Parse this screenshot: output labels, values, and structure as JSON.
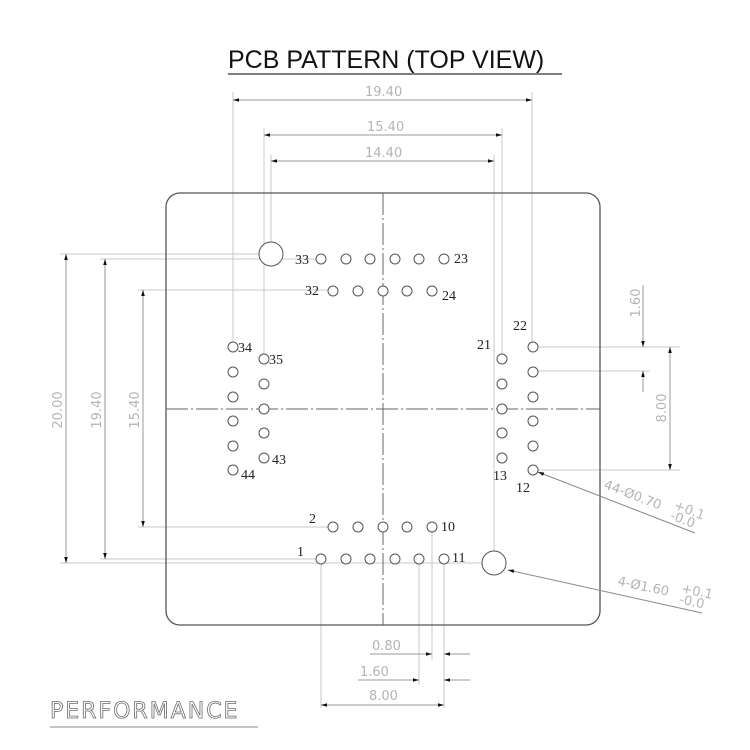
{
  "title": "PCB PATTERN  (TOP VIEW)",
  "brand": "PERFORMANCE",
  "dimensions": {
    "top_outer": "19.40",
    "top_middle": "15.40",
    "top_inner": "14.40",
    "left_outer": "20.00",
    "left_middle": "19.40",
    "left_inner": "15.40",
    "right_pitch": "1.60",
    "right_span": "8.00",
    "bottom_half_pitch": "0.80",
    "bottom_pitch": "1.60",
    "bottom_span": "8.00"
  },
  "callouts": {
    "small_holes": {
      "prefix": "44-Ø0.70",
      "tol_upper": "+0.1",
      "tol_lower": "-0.0"
    },
    "large_holes": {
      "prefix": "4-Ø1.60",
      "tol_upper": "+0.1",
      "tol_lower": "-0.0"
    }
  },
  "pin_labels": {
    "p1": "1",
    "p2": "2",
    "p10": "10",
    "p11": "11",
    "p12": "12",
    "p13": "13",
    "p21": "21",
    "p22": "22",
    "p23": "23",
    "p24": "24",
    "p32": "32",
    "p33": "33",
    "p34": "34",
    "p35": "35",
    "p43": "43",
    "p44": "44"
  }
}
